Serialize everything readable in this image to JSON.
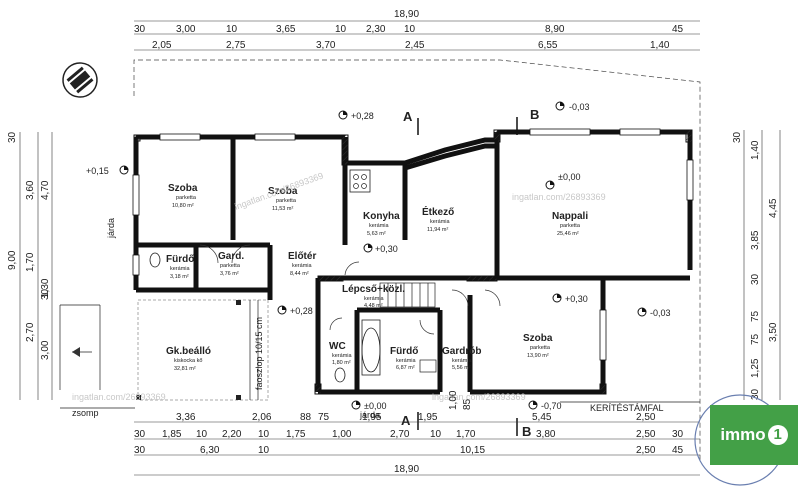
{
  "dims_top": {
    "total": "18,90",
    "row1": [
      "30",
      "3,00",
      "10",
      "3,65",
      "10",
      "2,30",
      "10",
      "8,90",
      "45"
    ],
    "row2": [
      "2,05",
      "2,75",
      "3,70",
      "2,45",
      "6,55",
      "1,40"
    ]
  },
  "dims_bottom": {
    "row1": [
      "3,36",
      "2,06",
      "88",
      "75",
      "1,95",
      "1,95",
      "5,45",
      "2,50"
    ],
    "row2": [
      "30",
      "1,85",
      "10",
      "2,20",
      "10",
      "1,75",
      "1,00",
      "2,70",
      "10",
      "1,70",
      "3,80",
      "2,50",
      "30"
    ],
    "row3": [
      "30",
      "6,30",
      "10",
      "10,15",
      "2,50",
      "45"
    ],
    "total": "18,90",
    "extra": [
      "1,00",
      "85"
    ]
  },
  "dims_left": [
    "30",
    "3,60",
    "4,70",
    "9,00",
    "1,70",
    "1,30",
    "2,70",
    "3,00",
    "30"
  ],
  "dims_right": [
    "30",
    "1,40",
    "4,45",
    "3,85",
    "30",
    "75",
    "75",
    "3,50",
    "1,25",
    "30"
  ],
  "rooms": [
    {
      "name": "Szoba",
      "floor": "parketta",
      "area": "10,80 m²"
    },
    {
      "name": "Szoba",
      "floor": "parketta",
      "area": "11,53 m²"
    },
    {
      "name": "Konyha",
      "floor": "kerámia",
      "area": "5,63 m²"
    },
    {
      "name": "Étkező",
      "floor": "kerámia",
      "area": "11,94 m²"
    },
    {
      "name": "Nappali",
      "floor": "parketta",
      "area": "25,46 m²"
    },
    {
      "name": "Fürdő",
      "floor": "kerámia",
      "area": "3,18 m²"
    },
    {
      "name": "Gard.",
      "floor": "parketta",
      "area": "3,76 m²"
    },
    {
      "name": "Előtér",
      "floor": "kerámia",
      "area": "8,44 m²"
    },
    {
      "name": "Lépcső+közl.",
      "floor": "kerámia",
      "area": "4,48 m²"
    },
    {
      "name": "Gk.beálló",
      "floor": "kiskocka kő",
      "area": "32,81 m²"
    },
    {
      "name": "WC",
      "floor": "kerámia",
      "area": "1,80 m²"
    },
    {
      "name": "Fürdő",
      "floor": "kerámia",
      "area": "6,87 m²"
    },
    {
      "name": "Gardrób",
      "floor": "kerámia",
      "area": "5,56 m²"
    },
    {
      "name": "Szoba",
      "floor": "parketta",
      "area": "13,90 m²"
    }
  ],
  "levels": {
    "l1": "+0,28",
    "l2": "-0,03",
    "l3": "±0,00",
    "l4": "+0,15",
    "l5": "+0,30",
    "l6": "+0,28",
    "l7": "+0,30",
    "l8": "-0,03",
    "l9": "±0,00",
    "l10": "-0,70"
  },
  "labels": {
    "section_a": "A",
    "section_b": "B",
    "jarda": "járda",
    "jarda_bottom": "járda",
    "zsomp": "zsomp",
    "fence": "KERÍTÉSTÁMFAL",
    "fascade": "faoszlop 10/15 cm"
  },
  "watermarks": [
    "ingatlan.com/26893369",
    "ingatlan.com/26893369",
    "ingatlan.com/26893369",
    "ingatlan.com/26893369"
  ],
  "logo": {
    "text": "immo",
    "num": "1",
    "color": "#43a047"
  }
}
